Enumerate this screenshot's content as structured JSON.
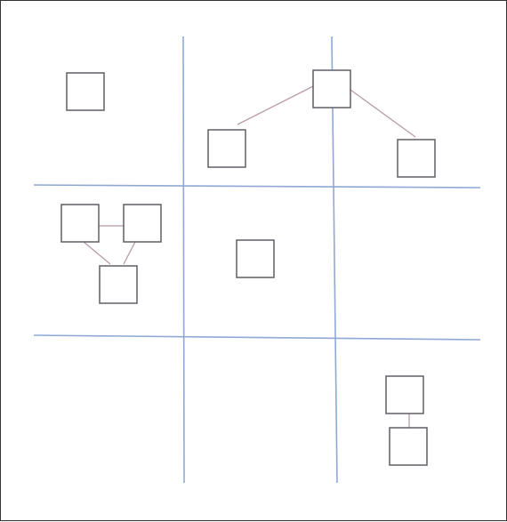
{
  "diagram": {
    "colors": {
      "frame": "#333333",
      "grid_line": "#8fa9d4",
      "node_border": "#5f5f66",
      "node_fill": "#ffffff",
      "edge": "#b89aa8"
    },
    "grid": {
      "rows": 3,
      "columns": 3
    },
    "nodes": [
      {
        "id": "n1",
        "label": ""
      },
      {
        "id": "n2",
        "label": ""
      },
      {
        "id": "n3",
        "label": ""
      },
      {
        "id": "n4",
        "label": ""
      },
      {
        "id": "n5",
        "label": ""
      },
      {
        "id": "n6",
        "label": ""
      },
      {
        "id": "n7",
        "label": ""
      },
      {
        "id": "n8",
        "label": ""
      },
      {
        "id": "n9",
        "label": ""
      },
      {
        "id": "n10",
        "label": ""
      }
    ],
    "edges": [
      {
        "from": "n3",
        "to": "n2"
      },
      {
        "from": "n3",
        "to": "n4"
      },
      {
        "from": "n5",
        "to": "n6"
      },
      {
        "from": "n5",
        "to": "n7"
      },
      {
        "from": "n6",
        "to": "n7"
      },
      {
        "from": "n9",
        "to": "n10"
      }
    ]
  }
}
